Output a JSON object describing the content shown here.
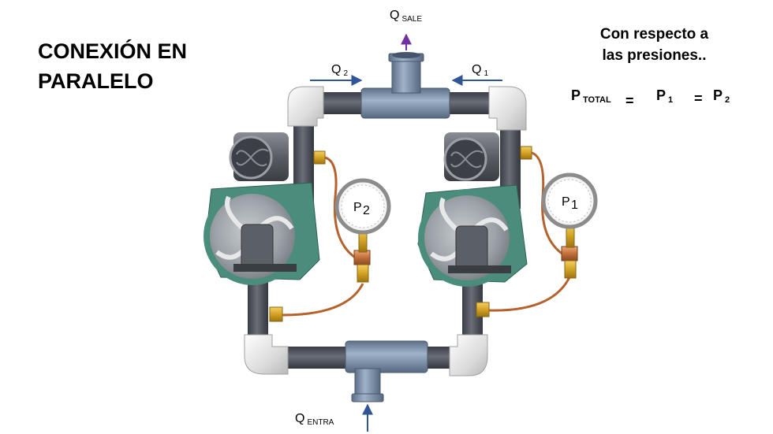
{
  "title": {
    "line1": "CONEXIÓN EN",
    "line2": "PARALELO"
  },
  "pressures": {
    "heading_line1": "Con respecto a",
    "heading_line2": "las presiones..",
    "equation": {
      "p_total": "P",
      "p_total_sub": "TOTAL",
      "eq1": "=",
      "p1": "P",
      "p1_sub": "1",
      "eq2": "=",
      "p2": "P",
      "p2_sub": "2"
    }
  },
  "flows": {
    "q_sale": {
      "label": "Q",
      "sub": "SALE"
    },
    "q2": {
      "label": "Q",
      "sub": "2"
    },
    "q1": {
      "label": "Q",
      "sub": "1"
    },
    "q_entra": {
      "label": "Q",
      "sub": "ENTRA"
    }
  },
  "gauges": {
    "left": {
      "label": "P",
      "sub": "2"
    },
    "right": {
      "label": "P",
      "sub": "1"
    }
  },
  "colors": {
    "pipe_dark": "#4a4e58",
    "pvc_fitting": "#7b91aa",
    "elbow_white": "#e8e8e8",
    "pump_green": "#4b8d7c",
    "brass": "#d4a324",
    "copper": "#c0703a",
    "flow_arrow": "#2f5597",
    "out_arrow": "#7030a0"
  }
}
